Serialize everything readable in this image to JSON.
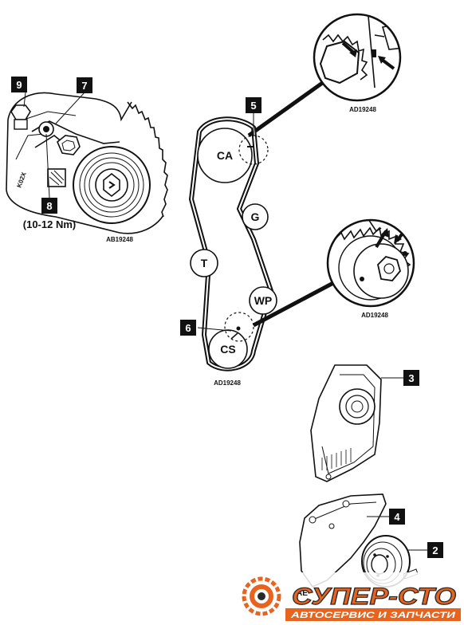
{
  "labels": {
    "l1": "9",
    "l2": "7",
    "l3": "8",
    "l4": "5",
    "l5": "6",
    "l6": "3",
    "l7": "4",
    "l8": "2"
  },
  "torque": "(10-12 Nm)",
  "refs": {
    "tensioner": "AB19248",
    "cam_detail": "AD19248",
    "crank_detail": "AD19248",
    "belt": "AD19248",
    "stamp": "K02X"
  },
  "pulleys": {
    "ca": "CA",
    "g": "G",
    "t": "T",
    "wp": "WP",
    "cs": "CS"
  },
  "watermark": {
    "brand": "СУПЕР-СТО",
    "tagline": "АВТОСЕРВИС И ЗАПЧАСТИ",
    "partial": "AE"
  },
  "colors": {
    "ink": "#111111",
    "brand_orange": "#e8641e",
    "brand_dark": "#2a2a2a"
  }
}
